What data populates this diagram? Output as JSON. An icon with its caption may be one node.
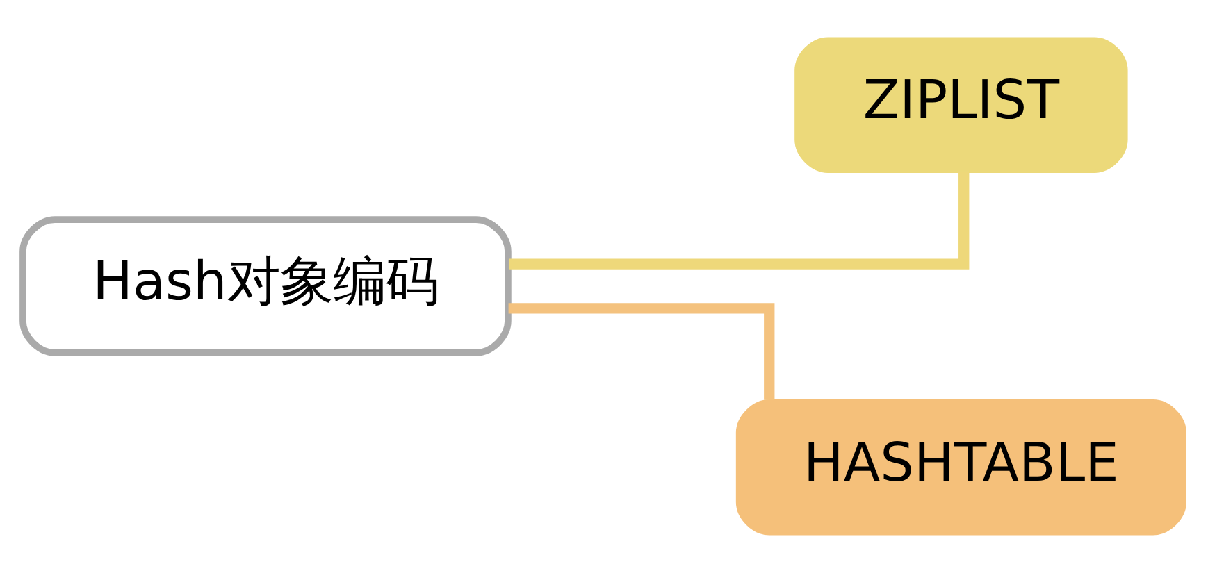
{
  "diagram": {
    "nodes": [
      {
        "text": [
          "Hash对象编码"
        ]
      },
      {
        "text": [
          "ZIPLIST"
        ]
      },
      {
        "text": [
          "HASHTABLE"
        ]
      }
    ],
    "edges": [
      {
        "from": 0,
        "to": 1,
        "arrow": "none",
        "color": "#eed87a"
      },
      {
        "from": 0,
        "to": 2,
        "arrow": "none",
        "color": "#f4c27e"
      }
    ]
  }
}
